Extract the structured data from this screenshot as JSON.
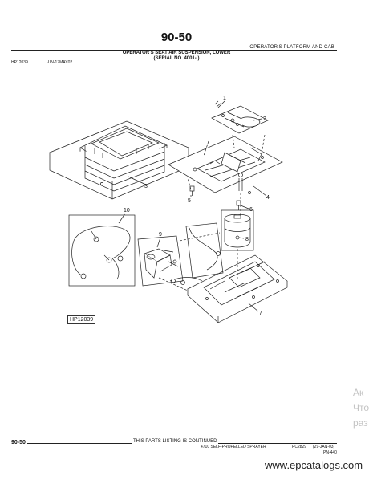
{
  "header": {
    "page_number": "90-50",
    "section": "OPERATOR'S PLATFORM AND CAB",
    "title_line1": "OPERATOR'S SEAT AIR SUSPENSION, LOWER",
    "title_line2": "(SERIAL NO. 4001-      )",
    "figure_id": "HP12039",
    "figure_date": "-UN-17MAY02"
  },
  "diagram": {
    "callouts": [
      "1",
      "2",
      "3",
      "4",
      "5",
      "6",
      "7",
      "8",
      "9",
      "10"
    ],
    "figure_box_label": "HP12039"
  },
  "footer": {
    "page_number": "90-50",
    "continued": "THIS PARTS LISTING IS CONTINUED",
    "machine": "4710 SELF-PROPELLED SPRAYER",
    "catalog": "PC2829",
    "date": "(29-JAN-03)",
    "code": "PN-440"
  },
  "overlay": {
    "ghost_lines": [
      "Ак",
      "Что",
      "раз"
    ],
    "watermark": "www.epcatalogs.com"
  }
}
